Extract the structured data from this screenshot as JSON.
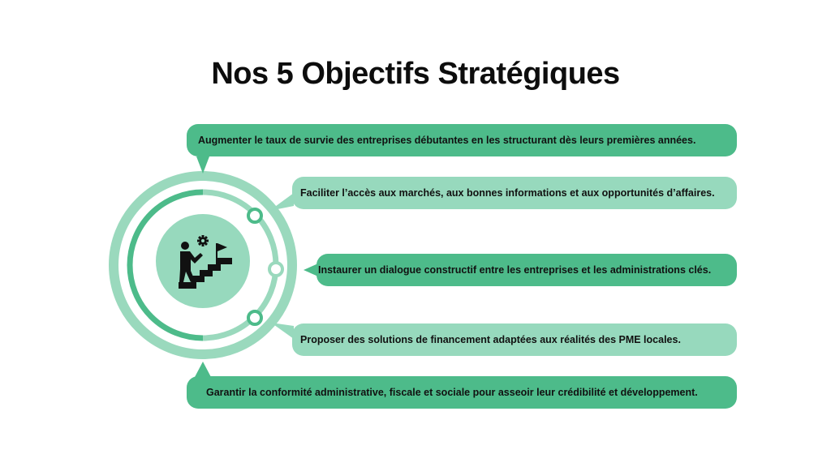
{
  "title": "Nos 5 Objectifs Stratégiques",
  "colors": {
    "dark_green": "#4dbb8a",
    "light_green": "#97d9bd",
    "outer_ring": "#9ad9bd",
    "inner_ring": "#4dbb8a",
    "center_circle": "#97d9bd",
    "icon": "#111111"
  },
  "center_icon": "person-climbing-stairs-to-flag-with-gear-icon",
  "objectives": [
    {
      "text": "Augmenter le taux de survie des entreprises débutantes en les structurant dès leurs premières années.",
      "style": "dark"
    },
    {
      "text": "Faciliter l’accès aux marchés, aux bonnes informations  et aux opportunités d’affaires.",
      "style": "light"
    },
    {
      "text": "Instaurer un dialogue constructif entre les entreprises et les administrations clés.",
      "style": "dark"
    },
    {
      "text": "Proposer des solutions de financement adaptées aux réalités des PME locales.",
      "style": "light"
    },
    {
      "text": "Garantir la conformité administrative, fiscale et sociale pour asseoir leur crédibilité et développement.",
      "style": "dark"
    }
  ]
}
